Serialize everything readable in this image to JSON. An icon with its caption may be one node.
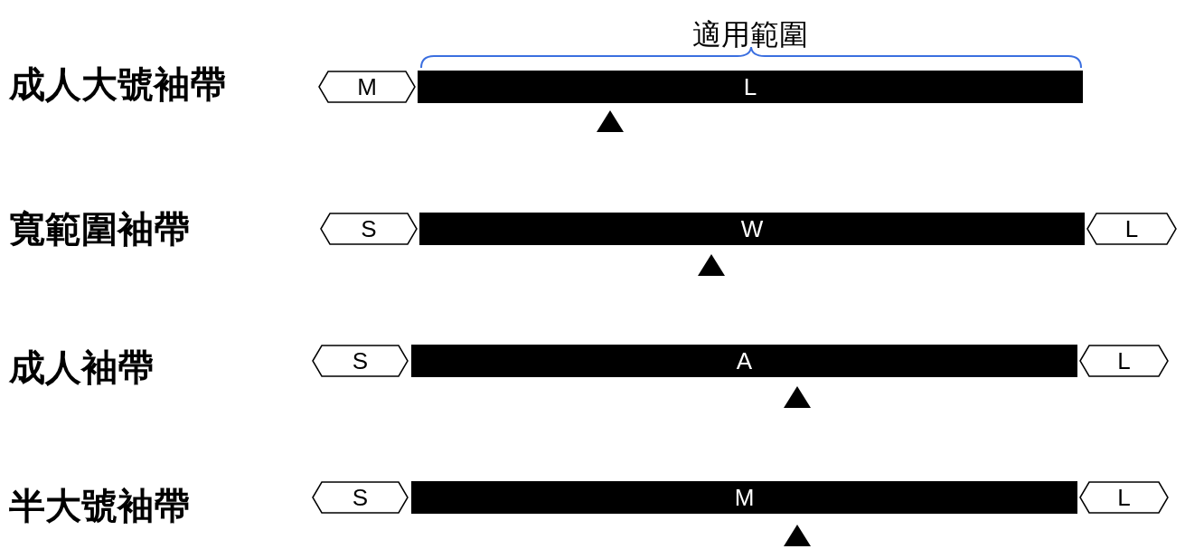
{
  "diagram": {
    "nodes": [
      {
        "text": [
          "M"
        ]
      },
      {
        "text": [
          "L"
        ]
      },
      {
        "text": [
          "S"
        ]
      },
      {
        "text": [
          "W"
        ]
      },
      {
        "text": [
          "L"
        ]
      },
      {
        "text": [
          "S"
        ]
      },
      {
        "text": [
          "A"
        ]
      },
      {
        "text": [
          "L"
        ]
      },
      {
        "text": [
          "S"
        ]
      },
      {
        "text": [
          "M"
        ]
      },
      {
        "text": [
          "L"
        ]
      }
    ],
    "edges": [],
    "labels": [
      "適用範圍",
      "成人大號袖帶",
      "寬範圍袖帶",
      "成人袖帶",
      "半大號袖帶"
    ]
  }
}
